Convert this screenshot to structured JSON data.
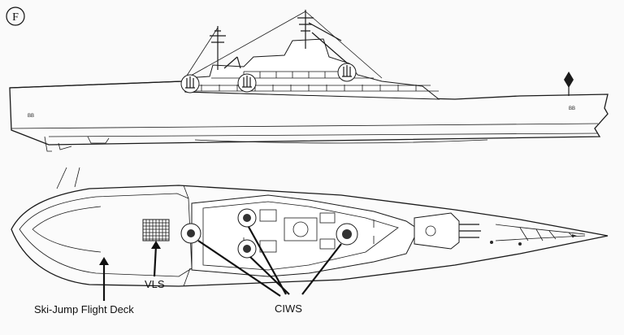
{
  "figure_tag": "F",
  "labels": {
    "vls": "VLS",
    "ski_jump": "Ski-Jump Flight Deck",
    "ciws": "CIWS"
  },
  "colors": {
    "line": "#1a1a1a",
    "paper": "#fafafa"
  }
}
